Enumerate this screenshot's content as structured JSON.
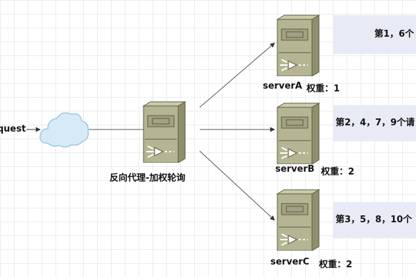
{
  "request_label": "quest",
  "proxy_label": "反向代理-加权轮询",
  "servers": [
    {
      "name": "serverA",
      "weight_text": "权重：1",
      "note": "第1，6个"
    },
    {
      "name": "serverB",
      "weight_text": "权重：2",
      "note": "第2，4，7，9个请"
    },
    {
      "name": "serverC",
      "weight_text": "权重：2",
      "note": "第3，5，8，10个"
    }
  ],
  "colors": {
    "server_body": "#b5b593",
    "server_dark": "#8f8f6c",
    "cloud": "#d6ebf7",
    "note_bg": "#e8eaf5",
    "line": "#555555"
  },
  "icons": {
    "server": "server-tower-icon",
    "cloud": "cloud-icon"
  }
}
